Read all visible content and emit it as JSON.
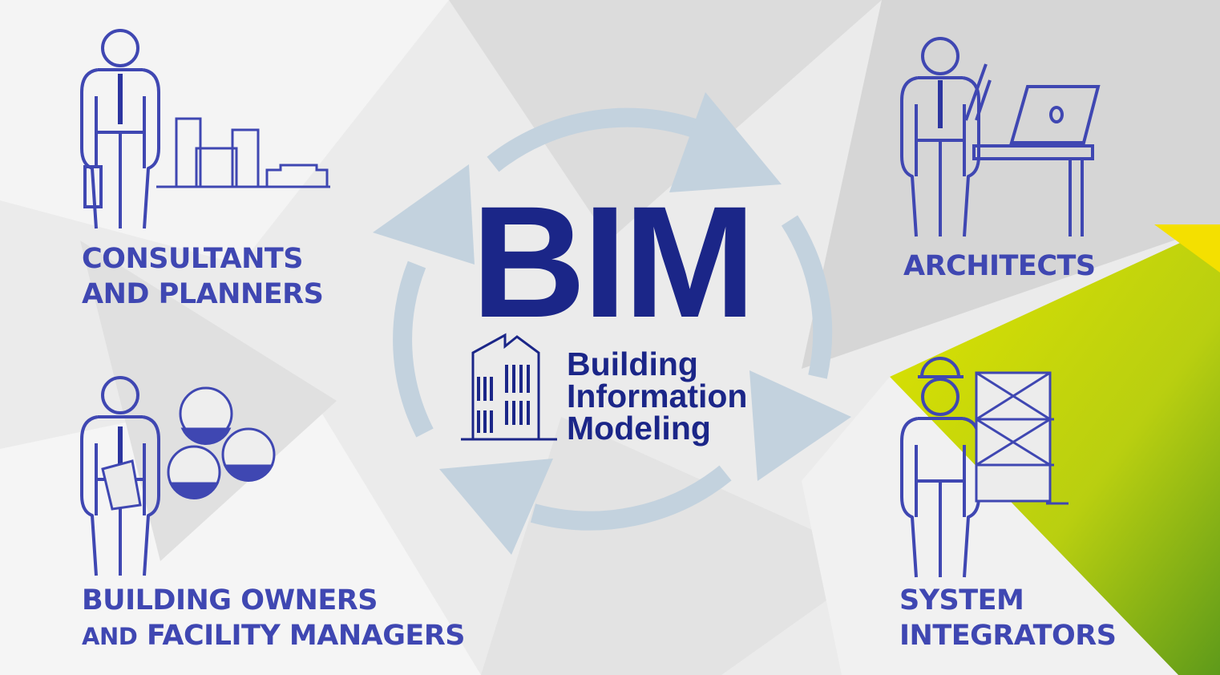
{
  "title": "BIM",
  "subtitle": [
    "Building",
    "Information",
    "Modeling"
  ],
  "roles": {
    "consultants": {
      "line1": "CONSULTANTS",
      "line2": "AND PLANNERS"
    },
    "architects": {
      "line1": "ARCHITECTS"
    },
    "owners": {
      "line1": "BUILDING OWNERS",
      "line2_prefix": "AND",
      "line2_rest": " FACILITY MANAGERS"
    },
    "integrators": {
      "line1": "SYSTEM",
      "line2": "INTEGRATORS"
    }
  },
  "colors": {
    "title": "#1b2688",
    "label": "#3f47b2",
    "cycle": "#c3d2de",
    "accent_green": "#b5cc12"
  }
}
